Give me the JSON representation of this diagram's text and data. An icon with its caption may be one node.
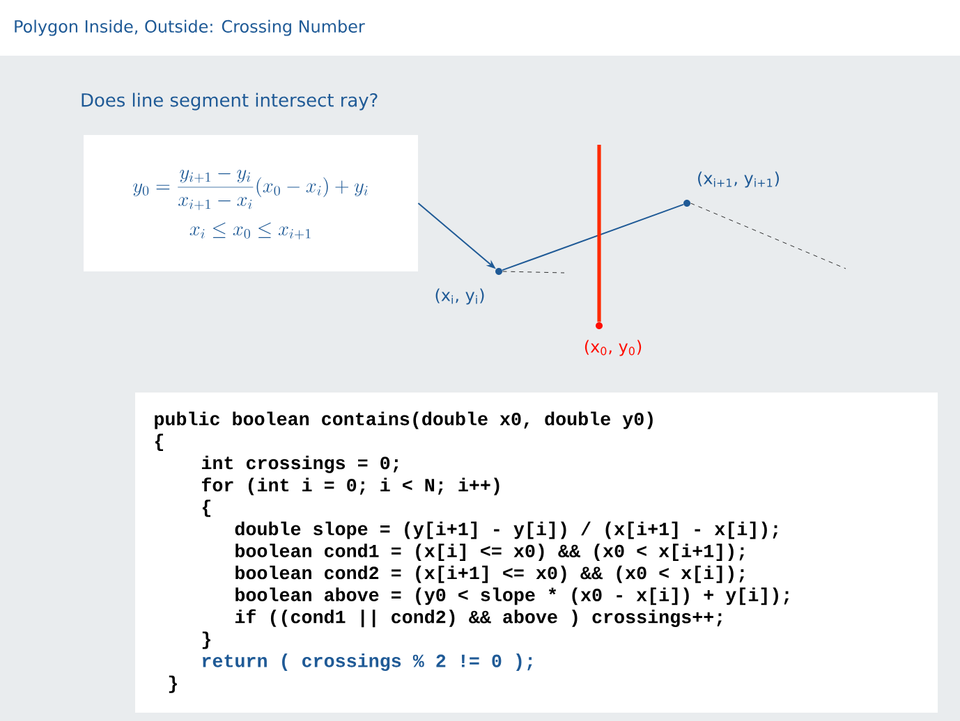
{
  "diagram": {
    "title": "Polygon Inside, Outside:  Crossing Number",
    "nodes": [
      {
        "text": [
          "y_0 = \\frac{y_{i+1} - y_i}{x_{i+1} - x_i} (x_0 - x_i) + y_i",
          "x_i \\le x_0 \\le x_{i+1}"
        ]
      },
      {
        "text": [],
        "shape": "circle",
        "beside": [
          "(x$_{i}$, y$_{i}$)"
        ]
      },
      {
        "text": [],
        "shape": "circle",
        "beside": [
          "(x$_{i+1}$, y$_{i+1}$)"
        ]
      },
      {
        "text": [],
        "shape": "circle",
        "beside": [
          "(x$_{0}$, y$_{0}$)"
        ]
      }
    ],
    "edges": [
      {
        "from": 0,
        "to": 1,
        "arrow": "to"
      },
      {
        "from": 1,
        "to": 2,
        "arrow": "none"
      },
      {
        "from": 3,
        "to": null,
        "arrow": "none",
        "style": "thick",
        "color": "#ff2a00"
      }
    ],
    "labels": [
      "Does line segment intersect ray?",
      "public boolean contains(double x0, double y0)",
      "{",
      "int crossings = 0;",
      "for (int i = 0; i < N; i++)",
      "{",
      "double  slope = (y[i+1] - y[i]) / (x[i+1] - x[i]);",
      "boolean cond1 = (x[i] <= x0) && (x0 < x[i+1]);",
      "boolean cond2 = (x[i+1] <= x0) && (x0 < x[i]);",
      "boolean above = (y0 < slope * (x0 - x[i]) + y[i]);",
      "if ((cond1 || cond2)  && above ) crossings++;",
      "}",
      "return ( crossings % 2 != 0 );",
      "}"
    ]
  }
}
